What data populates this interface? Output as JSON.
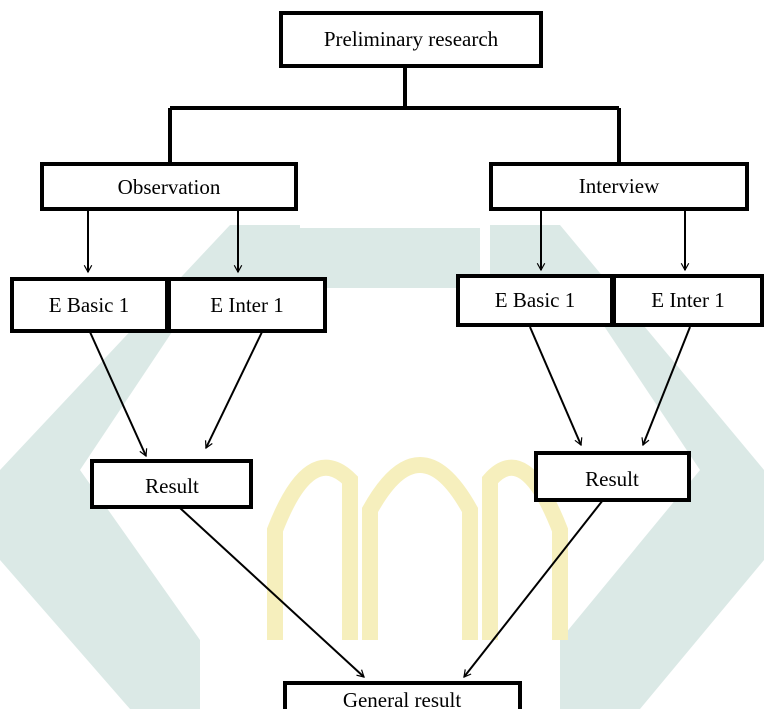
{
  "diagram": {
    "nodes": {
      "root": "Preliminary research",
      "observation": "Observation",
      "interview": "Interview",
      "obs_basic": "E Basic 1",
      "obs_inter": "E Inter 1",
      "int_basic": "E Basic 1",
      "int_inter": "E Inter 1",
      "obs_result": "Result",
      "int_result": "Result",
      "general": "General result"
    }
  },
  "watermark": {
    "teal_color": "#dbe9e6",
    "gold_color": "#f6efbd"
  }
}
